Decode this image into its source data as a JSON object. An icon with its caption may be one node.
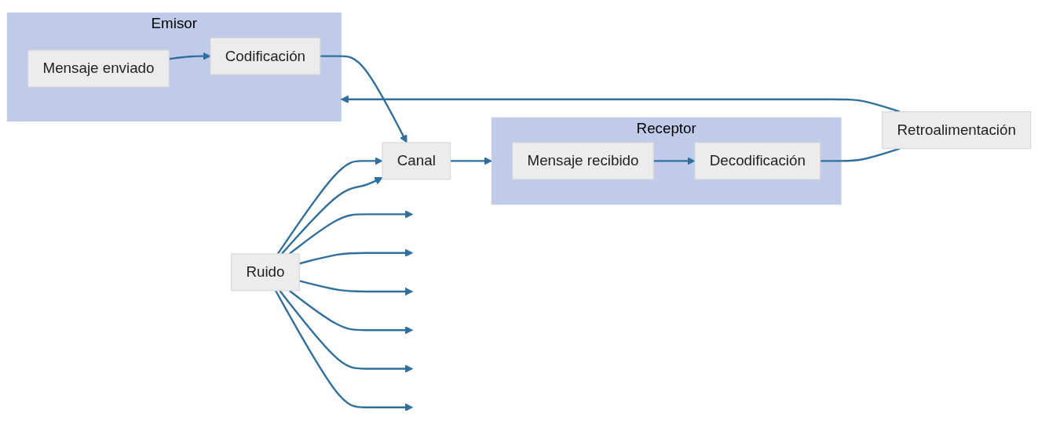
{
  "diagram": {
    "nodes": [
      {
        "text": [
          "Emisor"
        ]
      },
      {
        "text": [
          "Mensaje enviado"
        ],
        "in": 0
      },
      {
        "text": [
          "Codificación"
        ],
        "in": 0
      },
      {
        "text": [
          "Canal"
        ]
      },
      {
        "text": [
          "Receptor"
        ]
      },
      {
        "text": [
          "Mensaje recibido"
        ],
        "in": 4
      },
      {
        "text": [
          "Decodificación"
        ],
        "in": 4
      },
      {
        "text": [
          "Ruido"
        ]
      },
      {
        "text": [
          "Retroalimentación"
        ]
      }
    ],
    "edges": [
      {
        "from": 1,
        "to": 2,
        "arrow": "to"
      },
      {
        "from": 2,
        "to": 3,
        "arrow": "to"
      },
      {
        "from": 3,
        "to": 4,
        "arrow": "to"
      },
      {
        "from": 5,
        "to": 6,
        "arrow": "to"
      },
      {
        "from": 6,
        "to": 8,
        "arrow": "none"
      },
      {
        "from": 8,
        "to": 0,
        "arrow": "to"
      },
      {
        "from": 7,
        "to": 3,
        "arrow": "to"
      },
      {
        "from": 7,
        "to": 3,
        "arrow": "to"
      },
      {
        "from": 7,
        "to": null,
        "arrow": "to"
      },
      {
        "from": 7,
        "to": null,
        "arrow": "to"
      },
      {
        "from": 7,
        "to": null,
        "arrow": "to"
      },
      {
        "from": 7,
        "to": null,
        "arrow": "to"
      },
      {
        "from": 7,
        "to": null,
        "arrow": "to"
      },
      {
        "from": 7,
        "to": null,
        "arrow": "to"
      }
    ]
  }
}
